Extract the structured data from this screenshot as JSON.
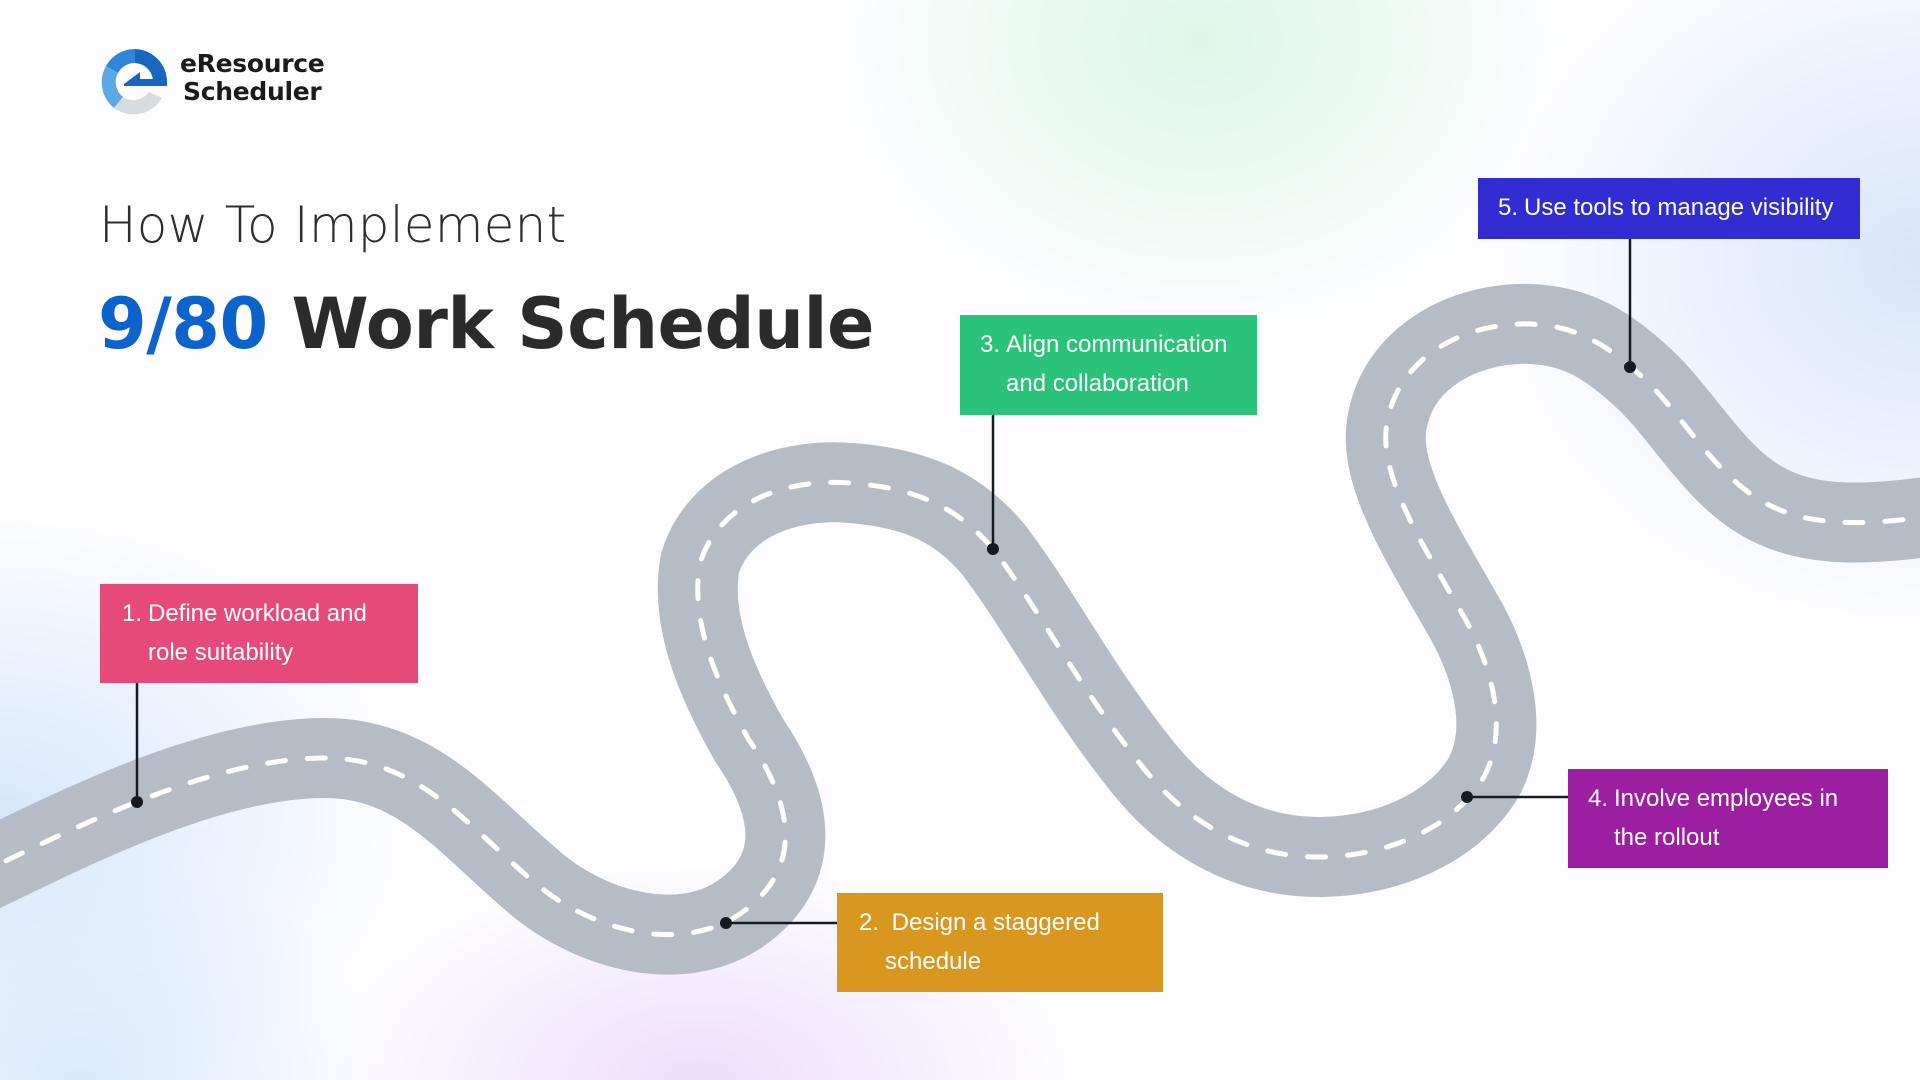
{
  "brand": {
    "name_line1": "eResource",
    "name_line2": "Scheduler",
    "colors": {
      "blue_dark": "#1767bf",
      "blue_mid": "#2f86d8",
      "blue_light": "#5aaae8",
      "grey": "#d8dbe0"
    }
  },
  "header": {
    "subtitle": "How To Implement",
    "title_accent": "9/80",
    "title_rest": " Work Schedule",
    "accent_color": "#0b63cb"
  },
  "road": {
    "color": "#b6bcc6",
    "dash_color": "#ffffff"
  },
  "steps": [
    {
      "number": "1.",
      "line1": "Define workload and",
      "line2": "role suitability",
      "color": "#e64a78"
    },
    {
      "number": "2.",
      "line1": " Design a staggered",
      "line2": "schedule",
      "color": "#d9971f"
    },
    {
      "number": "3.",
      "line1": "Align communication",
      "line2": "and collaboration",
      "color": "#2bc27a"
    },
    {
      "number": "4.",
      "line1": "Involve employees in",
      "line2": "the rollout",
      "color": "#9b1fa0"
    },
    {
      "number": "5.",
      "line1": "Use tools to manage visibility",
      "line2": "",
      "color": "#322dd2"
    }
  ]
}
